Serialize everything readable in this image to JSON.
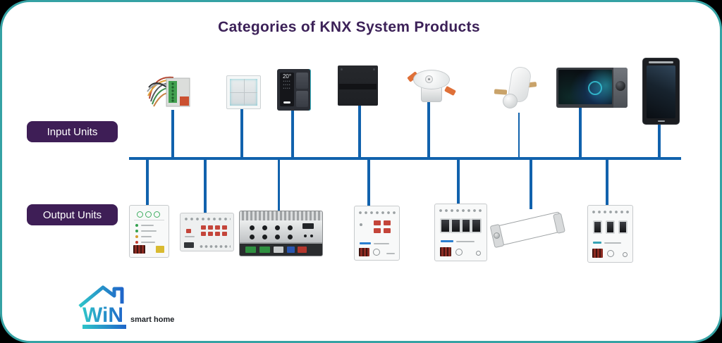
{
  "page": {
    "background": "#000000",
    "canvas_background": "#ffffff",
    "canvas_border_color": "#35a2a4"
  },
  "title": {
    "text": "Categories of KNX System Products",
    "color": "#3c2158"
  },
  "labels": {
    "input": {
      "text": "Input Units"
    },
    "output": {
      "text": "Output Units"
    },
    "background": "#3e1e56",
    "text_color": "#ffffff"
  },
  "bus": {
    "color": "#1162ad"
  },
  "input_devices": [
    {
      "name": "binary-input-module-with-wires"
    },
    {
      "name": "push-button-4-gang-white"
    },
    {
      "name": "thermostat-push-button-with-display",
      "display_value": "20°"
    },
    {
      "name": "glass-push-button-black"
    },
    {
      "name": "ceiling-presence-sensor"
    },
    {
      "name": "wall-motion-sensor"
    },
    {
      "name": "touch-panel-with-rotary-knob"
    },
    {
      "name": "door-entry-video-panel"
    }
  ],
  "output_devices": [
    {
      "name": "knx-power-supply"
    },
    {
      "name": "switch-actuator-8-channel"
    },
    {
      "name": "rack-mount-dimmer-module"
    },
    {
      "name": "dimmer-actuator-din"
    },
    {
      "name": "switch-actuator-4-channel"
    },
    {
      "name": "led-driver-aluminium"
    },
    {
      "name": "switch-actuator-3-channel"
    }
  ],
  "logo": {
    "text": "WiN",
    "tagline": "smart home",
    "gradient_start": "#2fc4c9",
    "gradient_end": "#1f66c9"
  }
}
